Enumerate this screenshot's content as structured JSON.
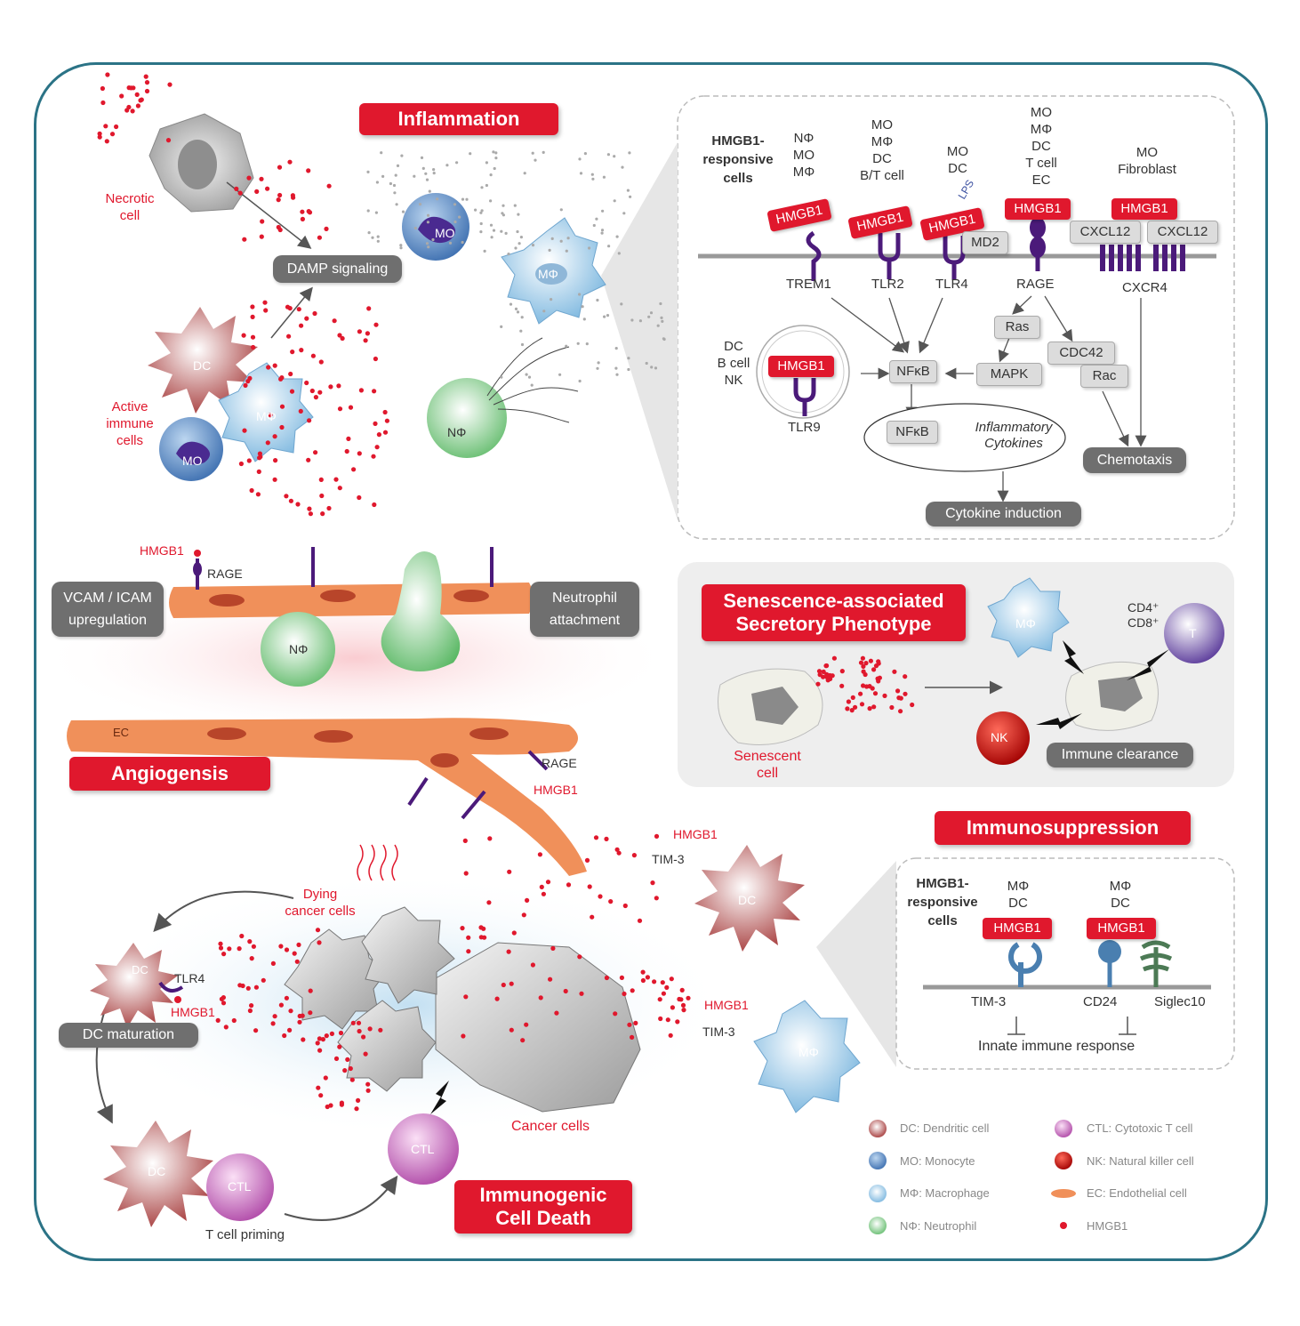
{
  "titles": {
    "inflammation": "Inflammation",
    "sasp_line1": "Senescence-associated",
    "sasp_line2": "Secretory Phenotype",
    "angiogenesis": "Angiogensis",
    "immunosuppression": "Immunosuppression",
    "icd_line1": "Immunogenic",
    "icd_line2": "Cell Death"
  },
  "pills": {
    "damp": "DAMP signaling",
    "vcam_line1": "VCAM / ICAM",
    "vcam_line2": "upregulation",
    "neutrophil_line1": "Neutrophil",
    "neutrophil_line2": "attachment",
    "cytokine_induction": "Cytokine induction",
    "chemotaxis": "Chemotaxis",
    "immune_clearance": "Immune clearance",
    "dc_maturation": "DC maturation"
  },
  "labels": {
    "necrotic_line1": "Necrotic",
    "necrotic_line2": "cell",
    "active_line1": "Active",
    "active_line2": "immune",
    "active_line3": "cells",
    "mo": "MO",
    "mphi": "MΦ",
    "nphi": "NΦ",
    "dc": "DC",
    "ctl": "CTL",
    "nk": "NK",
    "t": "T",
    "ec": "EC",
    "hmgb1": "HMGB1",
    "rage": "RAGE",
    "tim3": "TIM-3",
    "tlr4": "TLR4",
    "senescent_line1": "Senescent",
    "senescent_line2": "cell",
    "cd4": "CD4⁺",
    "cd8": "CD8⁺",
    "dying_line1": "Dying",
    "dying_line2": "cancer cells",
    "cancer_cells": "Cancer cells",
    "t_cell_priming": "T cell priming"
  },
  "inflammation_panel": {
    "responsive_line1": "HMGB1-",
    "responsive_line2": "responsive",
    "responsive_line3": "cells",
    "trem1_cells": [
      "NΦ",
      "MO",
      "MΦ"
    ],
    "tlr2_cells": [
      "MO",
      "MΦ",
      "DC",
      "B/T cell"
    ],
    "tlr4_cells": [
      "MO",
      "DC"
    ],
    "rage_cells": [
      "MO",
      "MΦ",
      "DC",
      "T cell",
      "EC"
    ],
    "cxcr4_cells": [
      "MO",
      "Fibroblast"
    ],
    "receptors": [
      "TREM1",
      "TLR2",
      "TLR4",
      "RAGE",
      "CXCR4"
    ],
    "lps": "LPS",
    "md2": "MD2",
    "cxcl12": "CXCL12",
    "ras": "Ras",
    "cdc42": "CDC42",
    "mapk": "MAPK",
    "rac": "Rac",
    "nfkb": "NFκB",
    "tlr9": "TLR9",
    "tlr9_cells": [
      "DC",
      "B cell",
      "NK"
    ],
    "inflammatory_line1": "Inflammatory",
    "inflammatory_line2": "Cytokines"
  },
  "immunosuppression_panel": {
    "responsive_line1": "HMGB1-",
    "responsive_line2": "responsive",
    "responsive_line3": "cells",
    "tim3_cells": [
      "MΦ",
      "DC"
    ],
    "cd24_cells": [
      "MΦ",
      "DC"
    ],
    "receptors": [
      "TIM-3",
      "CD24",
      "Siglec10"
    ],
    "innate": "Innate immune response"
  },
  "legend": [
    "DC: Dendritic cell",
    "MO: Monocyte",
    "MΦ: Macrophage",
    "NΦ: Neutrophil",
    "CTL: Cytotoxic T cell",
    "NK: Natural killer cell",
    "EC: Endothelial cell",
    "HMGB1"
  ],
  "colors": {
    "accent_red": "#e0182d",
    "frame_teal": "#2b7386",
    "pill_gray": "#6f6f6f",
    "receptor_purple": "#4b1a7a",
    "endothelial_orange": "#f0905a"
  }
}
